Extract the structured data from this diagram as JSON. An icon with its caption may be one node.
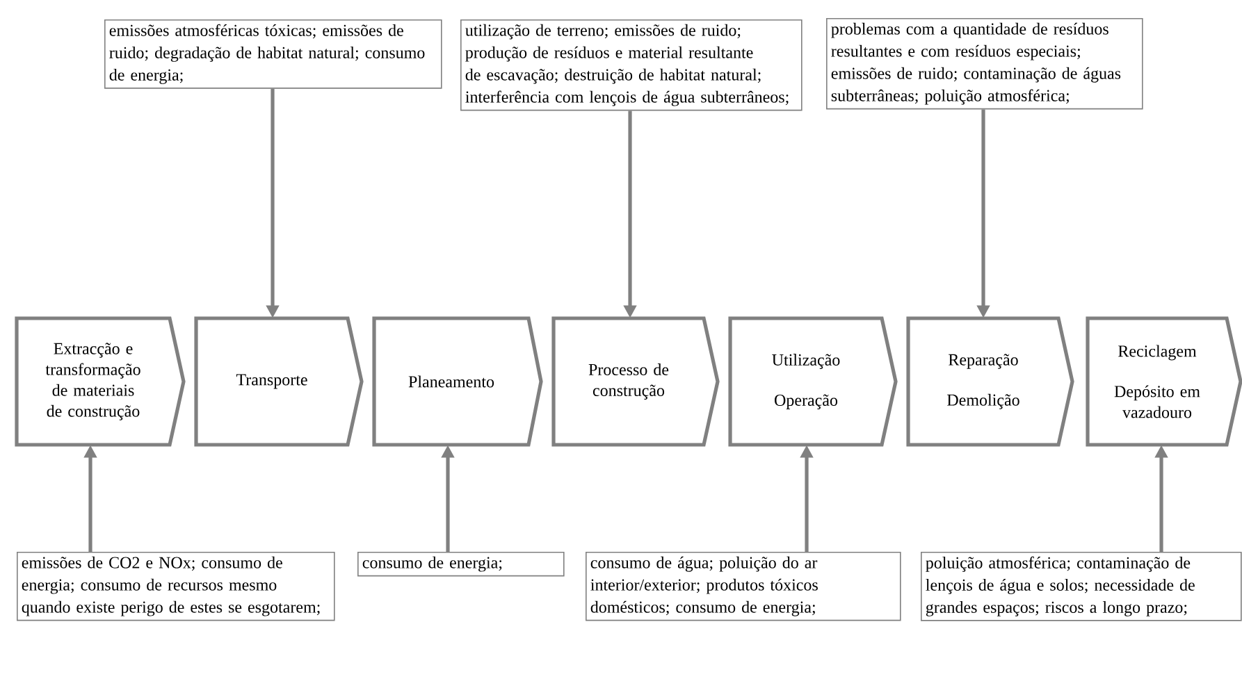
{
  "diagram": {
    "nodes": [
      {
        "text": [
          "Extracção e transformação de materiais de construção"
        ]
      },
      {
        "text": [
          "Transporte"
        ]
      },
      {
        "text": [
          "Planeamento"
        ]
      },
      {
        "text": [
          "Processo de construção"
        ]
      },
      {
        "text": [
          "Utilização",
          "Operação"
        ]
      },
      {
        "text": [
          "Reparação",
          "Demolição"
        ]
      },
      {
        "text": [
          "Reciclagem",
          "Depósito em vazadouro"
        ]
      },
      {
        "text": [
          "emissões atmosféricas tóxicas; emissões de ruido; degradação de habitat natural; consumo de energia;"
        ]
      },
      {
        "text": [
          "utilização de terreno; emissões de ruido; produção de resíduos e material resultante de escavação; destruição de habitat natural; interferência com lençois de água subterrâneos;"
        ]
      },
      {
        "text": [
          "problemas com a quantidade de resíduos resultantes e com resíduos especiais; emissões de ruido; contaminação de águas subterrâneas; poluição atmosférica;"
        ]
      },
      {
        "text": [
          "emissões de CO2 e NOx; consumo de energia; consumo de recursos mesmo quando existe perigo de estes se esgotarem;"
        ]
      },
      {
        "text": [
          "consumo de energia;"
        ]
      },
      {
        "text": [
          "consumo de água; poluição do ar interior/exterior; produtos tóxicos domésticos; consumo de energia;"
        ]
      },
      {
        "text": [
          "poluição atmosférica; contaminação de lençois de água e solos; necessidade de grandes espaços; riscos a longo prazo;"
        ]
      }
    ],
    "edges": [
      {
        "from": 7,
        "to": 1,
        "arrow": "to"
      },
      {
        "from": 8,
        "to": 3,
        "arrow": "to"
      },
      {
        "from": 9,
        "to": 5,
        "arrow": "to"
      },
      {
        "from": 10,
        "to": 0,
        "arrow": "to"
      },
      {
        "from": 11,
        "to": 2,
        "arrow": "to"
      },
      {
        "from": 12,
        "to": 4,
        "arrow": "to"
      },
      {
        "from": 13,
        "to": 6,
        "arrow": "to"
      }
    ]
  }
}
